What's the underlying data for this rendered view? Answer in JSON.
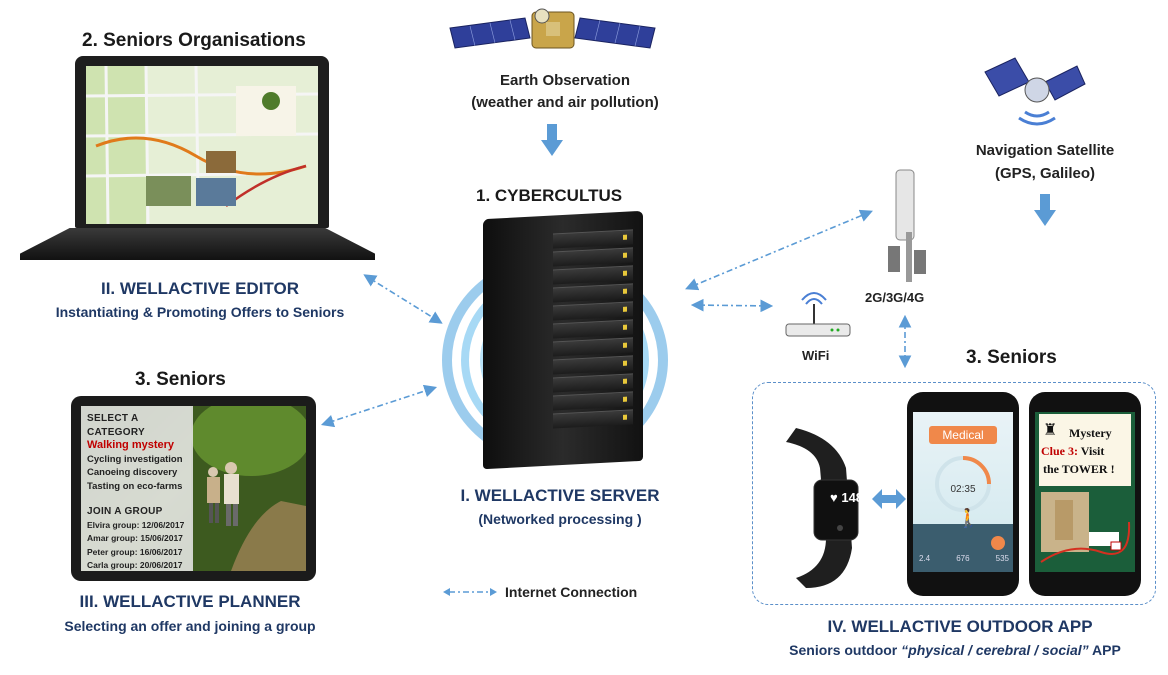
{
  "headings": {
    "seniors_orgs": "2. Seniors Organisations",
    "cybercultus": "1. CYBERCULTUS",
    "seniors_left": "3. Seniors",
    "seniors_right": "3. Seniors"
  },
  "earth_observation": {
    "line1": "Earth Observation",
    "line2": "(weather and air pollution)"
  },
  "navigation_satellite": {
    "line1": "Navigation Satellite",
    "line2": "(GPS, Galileo)"
  },
  "network": {
    "cellular_label": "2G/3G/4G",
    "wifi_label": "WiFi"
  },
  "editor": {
    "title": "II. WELLACTIVE EDITOR",
    "subtitle": "Instantiating & Promoting Offers to Seniors"
  },
  "server": {
    "title": "I.  WELLACTIVE SERVER",
    "subtitle": "(Networked processing )"
  },
  "planner": {
    "title": "III. WELLACTIVE PLANNER",
    "subtitle": "Selecting an offer and joining a group",
    "screen": {
      "category_header": "SELECT A CATEGORY",
      "categories": [
        "Walking mystery",
        "Cycling investigation",
        "Canoeing discovery",
        "Tasting on eco-farms"
      ],
      "group_header": "JOIN A GROUP",
      "groups": [
        "Elvira group:  12/06/2017",
        "Amar group:  15/06/2017",
        "Peter group:  16/06/2017",
        "Carla group:  20/06/2017"
      ]
    }
  },
  "outdoor_app": {
    "title": "IV. WELLACTIVE OUTDOOR APP",
    "subtitle_prefix": "Seniors outdoor ",
    "subtitle_italic": "“physical / cerebral / social”",
    "subtitle_suffix": " APP",
    "band_heart_rate": "148",
    "phone1": {
      "mode": "Medical",
      "timer": "02:35",
      "stats": [
        "2.4",
        "676",
        "535"
      ]
    },
    "phone2": {
      "title": "Mystery",
      "clue_label": "Clue 3:",
      "clue_text1": " Visit",
      "clue_text2": "the TOWER !"
    }
  },
  "legend": {
    "internet_connection": "Internet Connection"
  },
  "colors": {
    "accent_blue": "#5b9bd5",
    "dark_blue_text": "#1f3864",
    "highlight_red": "#c00000",
    "medical_orange": "#f0884a"
  }
}
